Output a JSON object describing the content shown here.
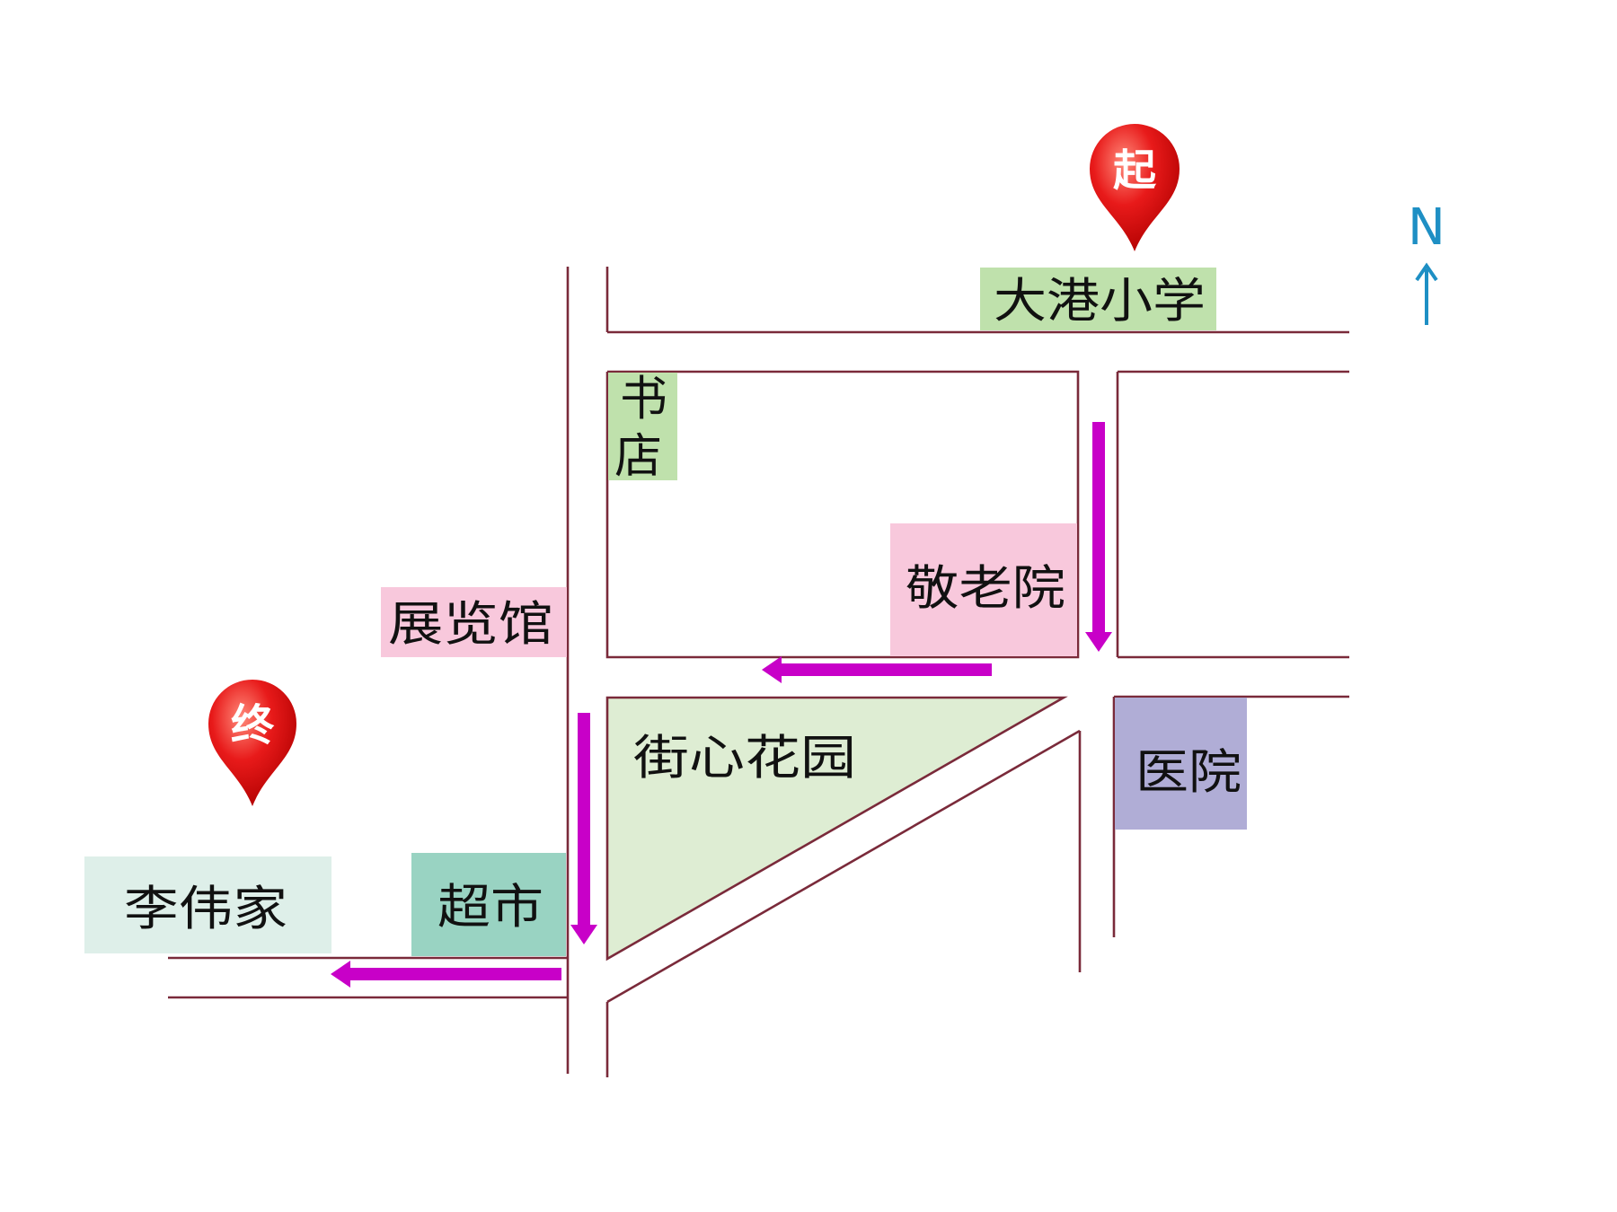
{
  "places": {
    "school": {
      "label": "大港小学",
      "color": "#bfe1ac"
    },
    "bookstore": {
      "label": "书店",
      "char1": "书",
      "char2": "店",
      "color": "#bfe1ac"
    },
    "nursing_home": {
      "label": "敬老院",
      "color": "#f8c8dc"
    },
    "exhibition_hall": {
      "label": "展览馆",
      "color": "#f8c8dc"
    },
    "garden": {
      "label": "街心花园",
      "color": "#deedd3"
    },
    "hospital": {
      "label": "医院",
      "color": "#b0add6"
    },
    "supermarket": {
      "label": "超市",
      "color": "#99d3c2"
    },
    "li_wei_home": {
      "label": "李伟家",
      "color": "#deefe9"
    }
  },
  "markers": {
    "start": {
      "label": "起"
    },
    "end": {
      "label": "终"
    }
  },
  "compass": {
    "label": "N",
    "icon": "north-arrow-icon"
  },
  "colors": {
    "road": "#7a2a3a",
    "route": "#c800c8",
    "marker": "#e0161c",
    "compass": "#1e8fc4"
  }
}
